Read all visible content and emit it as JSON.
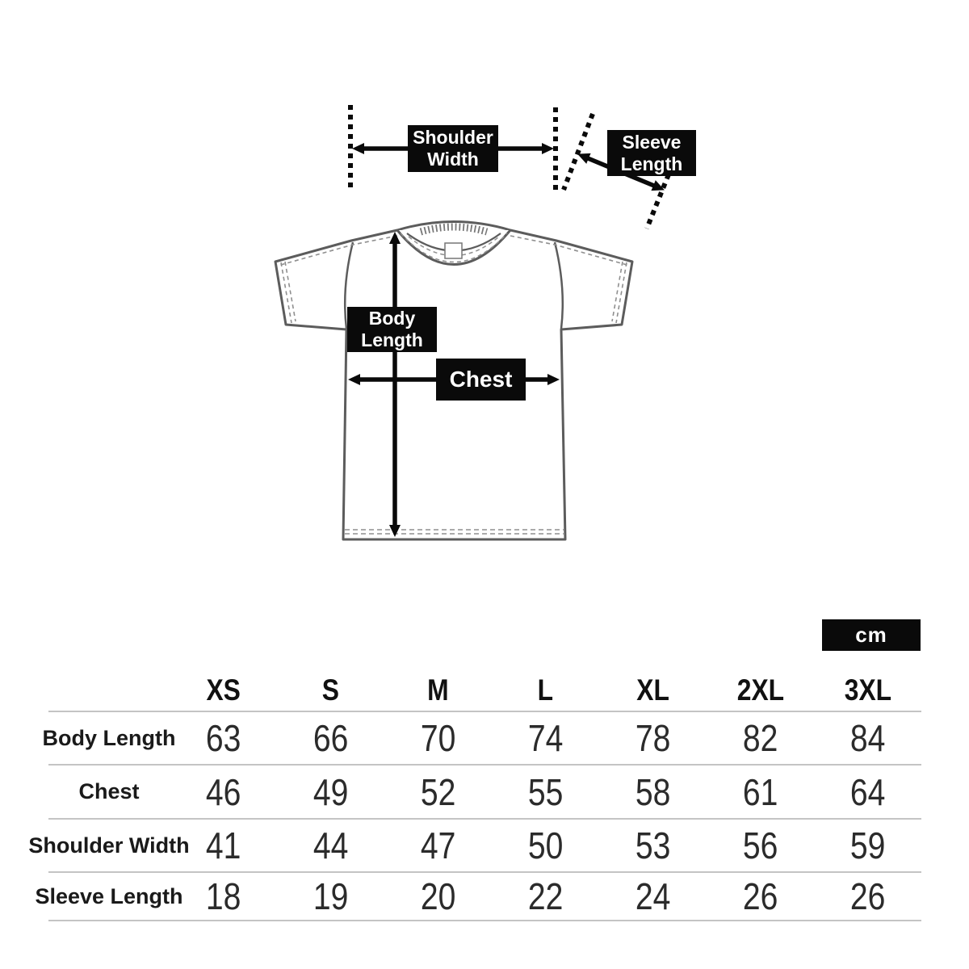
{
  "diagram": {
    "labels": {
      "shoulder_width": {
        "line1": "Shoulder",
        "line2": "Width"
      },
      "sleeve_length": {
        "line1": "Sleeve",
        "line2": "Length"
      },
      "body_length": {
        "line1": "Body",
        "line2": "Length"
      },
      "chest": "Chest"
    }
  },
  "unit_badge": "cm",
  "table": {
    "columns": [
      "XS",
      "S",
      "M",
      "L",
      "XL",
      "2XL",
      "3XL"
    ],
    "rows": [
      {
        "label": "Body Length",
        "values": [
          63,
          66,
          70,
          74,
          78,
          82,
          84
        ]
      },
      {
        "label": "Chest",
        "values": [
          46,
          49,
          52,
          55,
          58,
          61,
          64
        ]
      },
      {
        "label": "Shoulder Width",
        "values": [
          41,
          44,
          47,
          50,
          53,
          56,
          59
        ]
      },
      {
        "label": "Sleeve Length",
        "values": [
          18,
          19,
          20,
          22,
          24,
          26,
          26
        ]
      }
    ]
  },
  "colors": {
    "label_bg": "#0a0a0a",
    "label_text": "#ffffff",
    "shirt_outline": "#5c5c5c",
    "stitch": "#8f8f8f",
    "divider": "#c4c4c4",
    "background": "#ffffff"
  }
}
